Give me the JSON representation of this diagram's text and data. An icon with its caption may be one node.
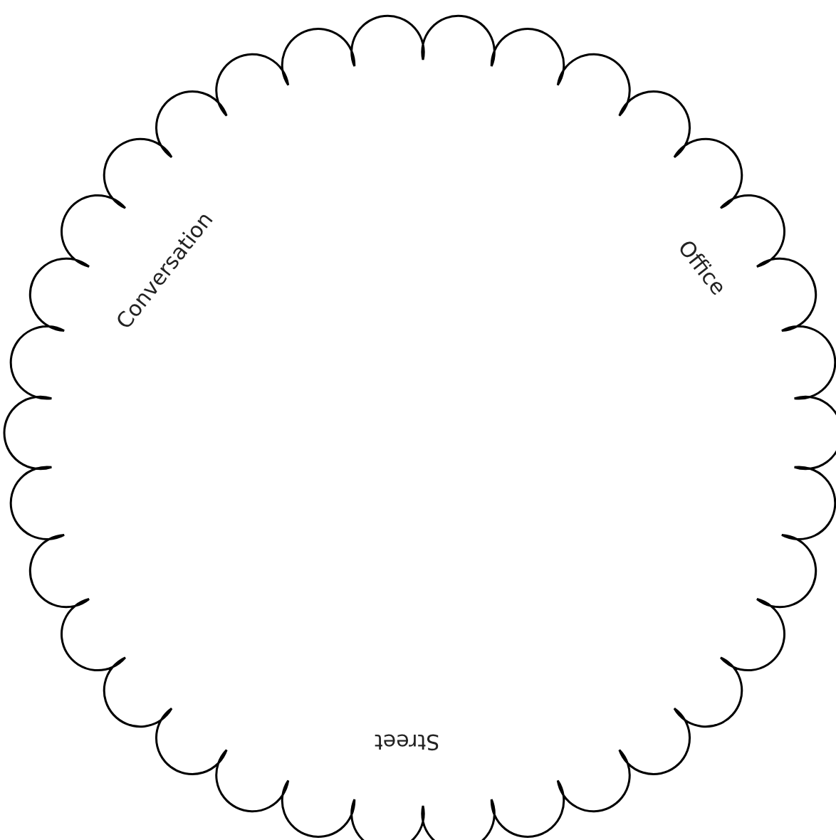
{
  "diagram": {
    "nodes": [
      {
        "text": [
          "Conversation",
          "Office",
          "Street"
        ]
      }
    ]
  }
}
